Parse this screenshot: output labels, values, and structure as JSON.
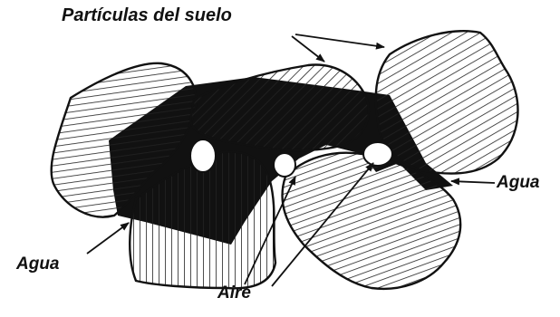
{
  "labels": {
    "particles": "Partículas del suelo",
    "water_right": "Agua",
    "water_left": "Agua",
    "air": "Aire"
  },
  "colors": {
    "ink": "#111111",
    "background": "#ffffff",
    "hatch": "#222222"
  },
  "icons": {
    "arrow": "arrow-icon"
  }
}
